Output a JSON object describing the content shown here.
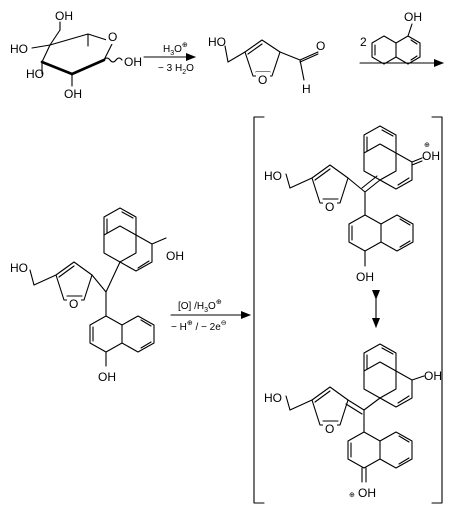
{
  "labels": {
    "oh": "OH",
    "ho": "HO",
    "o": "O",
    "h": "H",
    "oplus": "⊕",
    "ominus": "⊖"
  },
  "step1": {
    "reagent": "H",
    "reagent_sub": "3",
    "reagent_tail": "O",
    "loss": "− 3 H",
    "loss_sub": "2",
    "loss_tail": "O"
  },
  "step2": {
    "coefficient": "2"
  },
  "step3": {
    "line1": "[O] /H",
    "line1_sub": "3",
    "line1_tail": "O",
    "line2_a": "− H",
    "line2_b": " / − 2e"
  },
  "colors": {
    "ink": "#000000",
    "background": "#ffffff"
  }
}
